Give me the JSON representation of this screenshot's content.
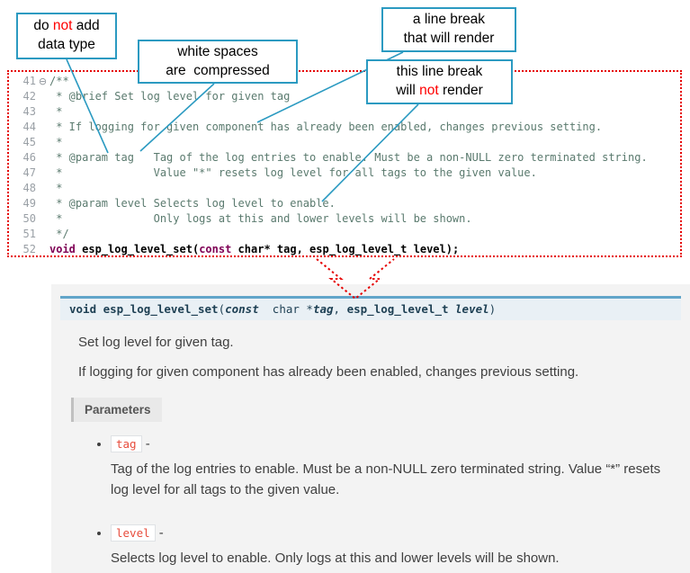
{
  "colors": {
    "teal_accent": "#2b9ac1",
    "red_accent": "#ee0000",
    "comment_text": "#5a7a6e",
    "keyword_purple": "#7f0055",
    "param_chip_red": "#e74c3c",
    "signature_border_blue": "#62a5c9"
  },
  "callouts": {
    "c1": {
      "l1a": "do ",
      "l1red": "not",
      "l1b": " add",
      "l2": "data type"
    },
    "c2": {
      "l1": "white spaces",
      "l2": "are  compressed"
    },
    "c3": {
      "l1": "a line break",
      "l2": "that will render"
    },
    "c4": {
      "l1": "this line break",
      "l2a": "will ",
      "l2red": "not",
      "l2b": " render"
    }
  },
  "code": {
    "lines": [
      {
        "num": "41",
        "fold": "⊖",
        "text": "/**"
      },
      {
        "num": "42",
        "fold": "",
        "text": " * @brief Set log level for given tag"
      },
      {
        "num": "43",
        "fold": "",
        "text": " *"
      },
      {
        "num": "44",
        "fold": "",
        "text": " * If logging for given component has already been enabled, changes previous setting."
      },
      {
        "num": "45",
        "fold": "",
        "text": " *"
      },
      {
        "num": "46",
        "fold": "",
        "text": " * @param tag   Tag of the log entries to enable. Must be a non-NULL zero terminated string."
      },
      {
        "num": "47",
        "fold": "",
        "text": " *              Value \"*\" resets log level for all tags to the given value."
      },
      {
        "num": "48",
        "fold": "",
        "text": " *"
      },
      {
        "num": "49",
        "fold": "",
        "text": " * @param level Selects log level to enable."
      },
      {
        "num": "50",
        "fold": "",
        "text": " *              Only logs at this and lower levels will be shown."
      },
      {
        "num": "51",
        "fold": "",
        "text": " */"
      }
    ],
    "line52": {
      "num": "52",
      "kw1": "void",
      "sp": " ",
      "name": "esp_log_level_set",
      "open": "(",
      "kw2": "const",
      "rest": " char* tag, esp_log_level_t level);"
    }
  },
  "doc": {
    "signature": {
      "kw_void": "void",
      "name": " esp_log_level_set",
      "open": "(",
      "kw_const": "const",
      "mid": "  char *",
      "arg1": "tag",
      "comma": ", ",
      "type2": "esp_log_level_t",
      "sp": " ",
      "arg2": "level",
      "close": ")"
    },
    "para1": "Set log level for given tag.",
    "para2": "If logging for given component has already been enabled, changes previous setting.",
    "parameters_label": "Parameters",
    "params": [
      {
        "name": "tag",
        "dash": " -",
        "desc": "Tag of the log entries to enable. Must be a non-NULL zero terminated string. Value “*” resets log level for all tags to the given value."
      },
      {
        "name": "level",
        "dash": " -",
        "desc": "Selects log level to enable. Only logs at this and lower levels will be shown."
      }
    ]
  }
}
